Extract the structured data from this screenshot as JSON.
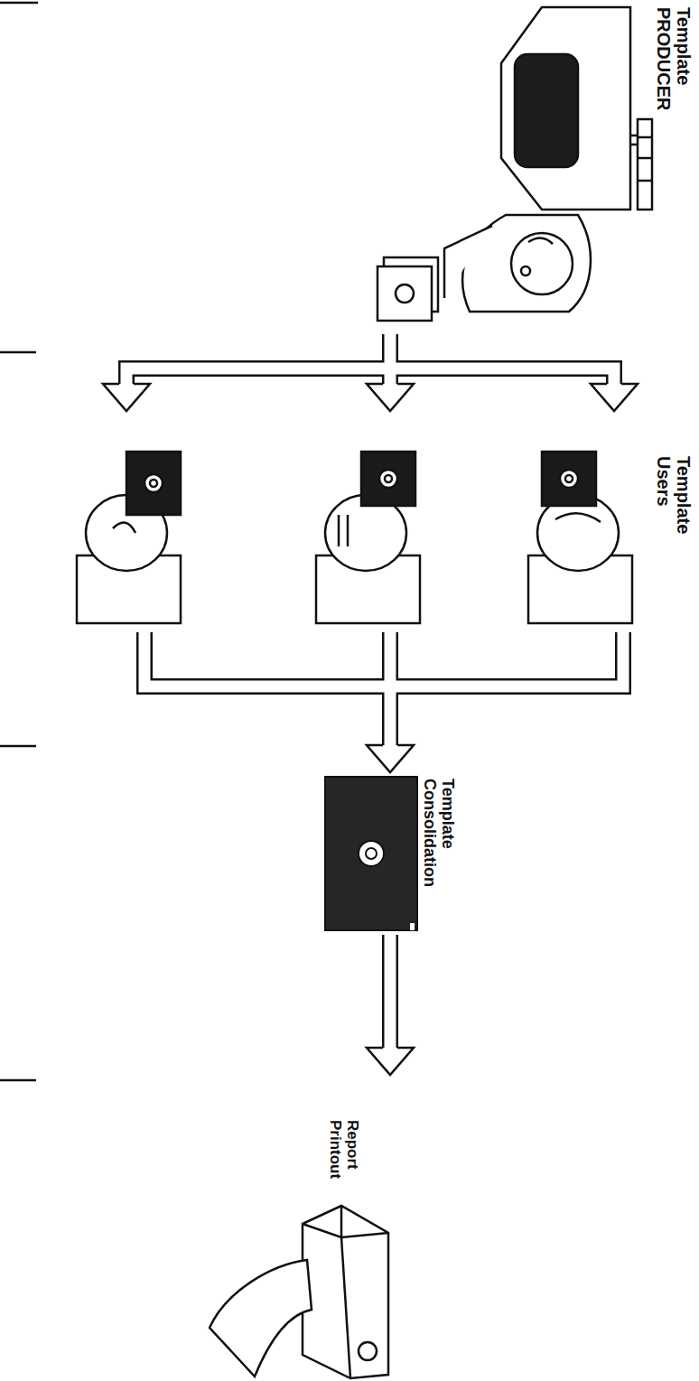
{
  "diagram": {
    "nodes": [
      {
        "text": [
          "Template PRODUCER"
        ]
      },
      {
        "text": [
          "Template Users"
        ]
      },
      {
        "text": [
          "Template Consolidation"
        ]
      },
      {
        "text": [
          "Report Printout"
        ]
      }
    ],
    "edges": [
      {
        "from": 0,
        "to": 1,
        "arrow": "to"
      },
      {
        "from": 1,
        "to": 2,
        "arrow": "to"
      },
      {
        "from": 2,
        "to": 3,
        "arrow": "to"
      }
    ]
  }
}
